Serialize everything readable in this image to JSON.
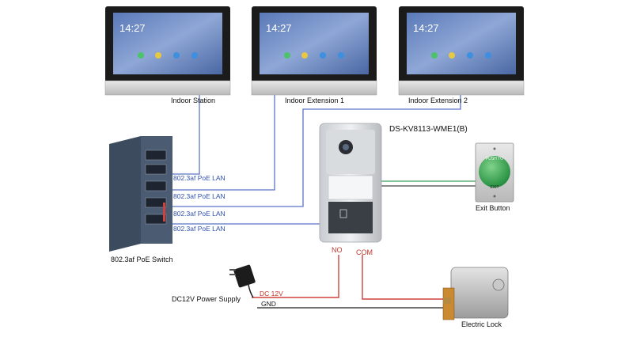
{
  "monitors": [
    {
      "time": "14:27",
      "label": "Indoor Station"
    },
    {
      "time": "14:27",
      "label": "Indoor Extension 1"
    },
    {
      "time": "14:27",
      "label": "Indoor Extension 2"
    }
  ],
  "poe_links": [
    "802.3af PoE LAN",
    "802.3af PoE LAN",
    "802.3af PoE LAN",
    "802.3af PoE LAN"
  ],
  "switch_label": "802.3af PoE Switch",
  "door_station_label": "DS-KV8113-WME1(B)",
  "exit_button": {
    "top_text": "PUSH TO",
    "bottom_text": "EXIT",
    "label": "Exit Button"
  },
  "terminals": {
    "no": "NO",
    "com": "COM"
  },
  "power": {
    "label": "DC12V Power Supply",
    "dc_label": "DC 12V",
    "gnd_label": "GND"
  },
  "lock_label": "Electric Lock",
  "colors": {
    "lan": "#5b74c8",
    "power": "#d0413b",
    "ground": "#444444",
    "signal": "#3aa05a"
  }
}
